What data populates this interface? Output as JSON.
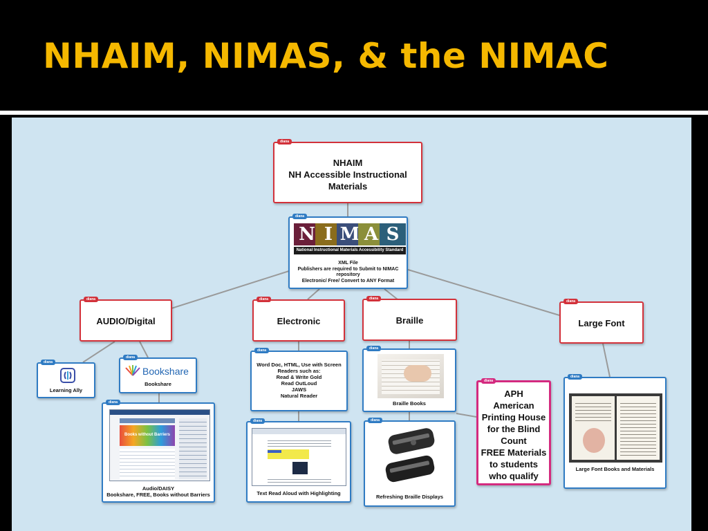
{
  "title": "NHAIM, NIMAS, & the NIMAC",
  "node_tag": "diana",
  "colors": {
    "title": "#f5b800",
    "canvas": "#cfe4f1",
    "red_border": "#d2313a",
    "blue_border": "#2f7bc3",
    "pink_border": "#d42a7f"
  },
  "nodes": {
    "nhaim": {
      "lines": [
        "NHAIM",
        "NH Accessible Instructional",
        "Materials"
      ]
    },
    "nimas": {
      "logo_letters": [
        "N",
        "I",
        "M",
        "A",
        "S"
      ],
      "logo_band": "National Instructional Materials Accessibility Standard",
      "lines": [
        "XML File",
        "Publishers are required to Submit to NIMAC",
        "repository",
        "Electronic/ Free/ Convert to ANY Format"
      ]
    },
    "audio": {
      "label": "AUDIO/Digital"
    },
    "electronic": {
      "label": "Electronic"
    },
    "braille": {
      "label": "Braille"
    },
    "large_font": {
      "label": "Large Font"
    },
    "learning_ally": {
      "label": "Learning Ally",
      "icon": "learning-ally-icon"
    },
    "bookshare": {
      "logo_text": "Bookshare",
      "label": "Bookshare"
    },
    "audio_daisy": {
      "lines": [
        "Audio/DAISY",
        "Bookshare, FREE, Books without Barriers"
      ],
      "screenshot_text": "Books without Barriers"
    },
    "screen_readers": {
      "lines": [
        "Word Doc, HTML,  Use with Screen",
        "Readers such as:",
        "Read & Write Gold",
        "Read OutLoud",
        "JAWS",
        "Natural Reader"
      ]
    },
    "text_read_aloud": {
      "label": "Text Read Aloud with Highlighting"
    },
    "braille_books": {
      "label": "Braille Books"
    },
    "refreshing_braille": {
      "label": "Refreshing Braille Displays"
    },
    "aph": {
      "lines": [
        "APH",
        "American",
        "Printing House",
        "for the Blind",
        "Count",
        "FREE Materials",
        "to students",
        "who qualify"
      ]
    },
    "large_font_books": {
      "label": "Large Font Books  and Materials"
    }
  }
}
